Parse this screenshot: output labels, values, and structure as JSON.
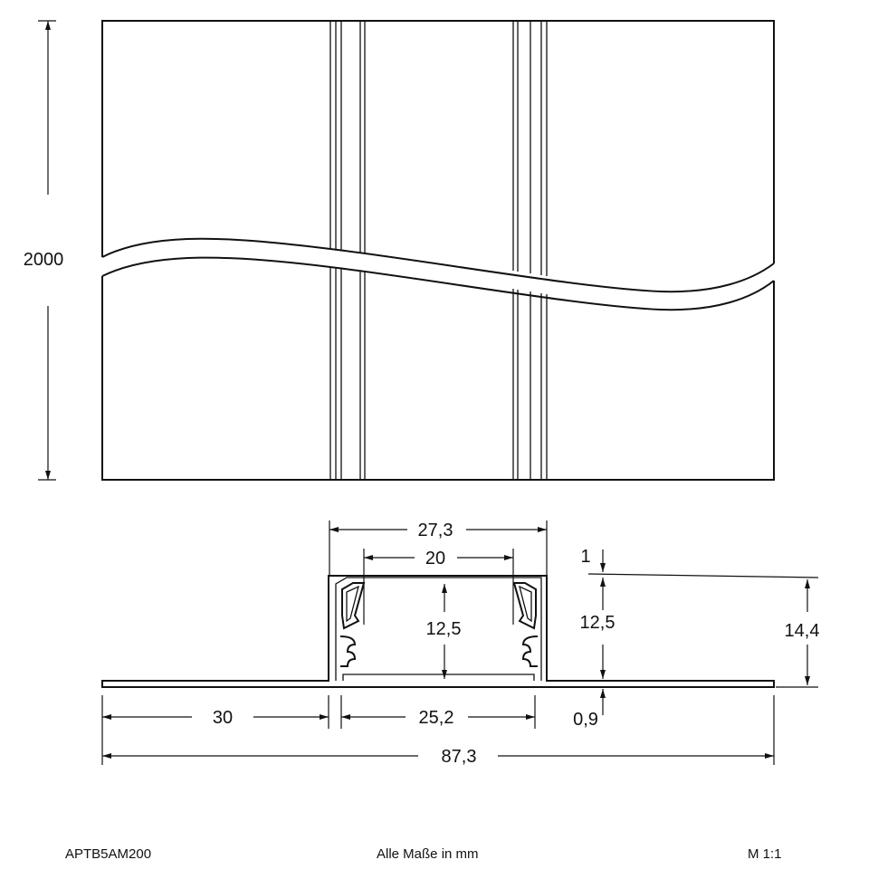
{
  "diagram": {
    "dimensions": {
      "length": "2000",
      "outer_width": "27,3",
      "inner_width": "20",
      "top_wall": "1",
      "inner_height": "12,5",
      "channel_height": "12,5",
      "total_height": "14,4",
      "flange": "30",
      "base_width": "25,2",
      "base_thickness": "0,9",
      "total_width": "87,3"
    }
  },
  "footer": {
    "article_number": "APTB5AM200",
    "units_note": "Alle Maße in mm",
    "scale": "M 1:1"
  }
}
